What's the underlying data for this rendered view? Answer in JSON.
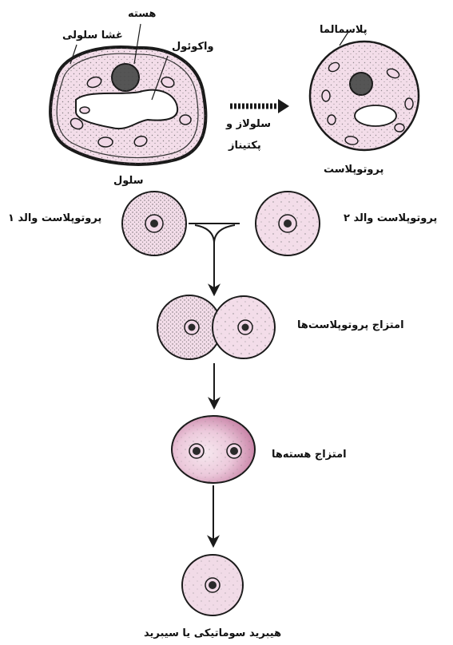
{
  "labels": {
    "nucleus": "هسته",
    "cell_membrane": "غشا سلولی",
    "vacuole": "واکوئول",
    "cell": "سلول",
    "enzymes_line1": "سلولاز و",
    "enzymes_line2": "پکتیناز",
    "plasmalemma": "پلاسمالما",
    "protoplast": "پروتوپلاست",
    "parent1": "پروتوپلاست والد ۱",
    "parent2": "پروتوپلاست والد ۲",
    "protoplast_fusion": "امتزاج پروتوپلاست‌ها",
    "nuclear_fusion": "امتزاج هسته‌ها",
    "hybrid": "هیبرید سوماتیکی یا سیبرید"
  },
  "colors": {
    "cell_fill": "#f3dde9",
    "fused_fill": "#eecfdf",
    "stroke": "#1a1a1a",
    "nucleus_fill": "#444444"
  }
}
